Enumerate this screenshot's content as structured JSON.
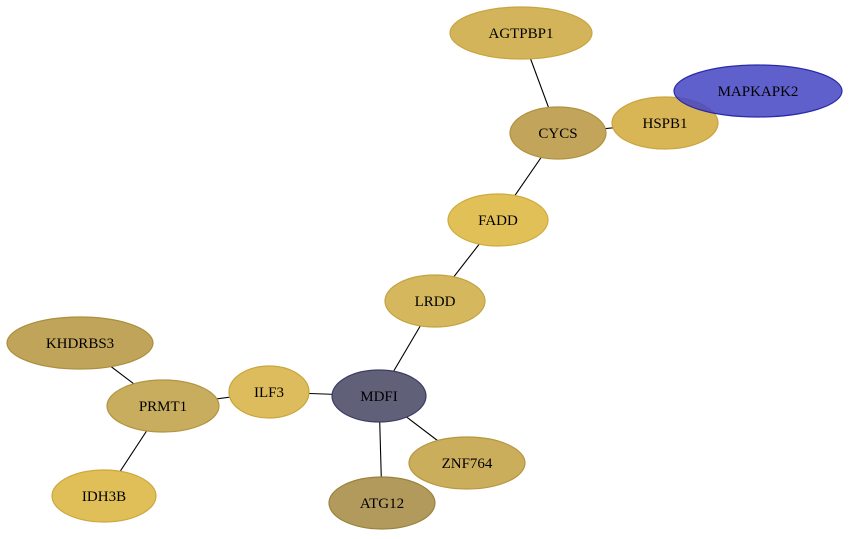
{
  "nodes": [
    {
      "id": "AGTPBP1",
      "label": "AGTPBP1",
      "fill": "#d4b45a",
      "stroke": "#c8a440",
      "opacity": 1
    },
    {
      "id": "CYCS",
      "label": "CYCS",
      "fill": "#c2a45a",
      "stroke": "#b0923c",
      "opacity": 1
    },
    {
      "id": "HSPB1",
      "label": "HSPB1",
      "fill": "#d9b655",
      "stroke": "#c9a43c",
      "opacity": 1
    },
    {
      "id": "MAPKAPK2",
      "label": "MAPKAPK2",
      "fill": "#4444c4",
      "stroke": "#2a2aa8",
      "opacity": 0.85
    },
    {
      "id": "FADD",
      "label": "FADD",
      "fill": "#e2c058",
      "stroke": "#cfaa3c",
      "opacity": 1
    },
    {
      "id": "LRDD",
      "label": "LRDD",
      "fill": "#d5b75e",
      "stroke": "#c3a23f",
      "opacity": 1
    },
    {
      "id": "KHDRBS3",
      "label": "KHDRBS3",
      "fill": "#c0a459",
      "stroke": "#ab8f3c",
      "opacity": 1
    },
    {
      "id": "PRMT1",
      "label": "PRMT1",
      "fill": "#c8ad5e",
      "stroke": "#b39540",
      "opacity": 1
    },
    {
      "id": "ILF3",
      "label": "ILF3",
      "fill": "#dcbc5c",
      "stroke": "#c8a63e",
      "opacity": 1
    },
    {
      "id": "MDFI",
      "label": "MDFI",
      "fill": "#606078",
      "stroke": "#3c3c66",
      "opacity": 1
    },
    {
      "id": "ZNF764",
      "label": "ZNF764",
      "fill": "#cbae5c",
      "stroke": "#b6963e",
      "opacity": 1
    },
    {
      "id": "IDH3B",
      "label": "IDH3B",
      "fill": "#e0bf58",
      "stroke": "#cca83c",
      "opacity": 1
    },
    {
      "id": "ATG12",
      "label": "ATG12",
      "fill": "#b19a5b",
      "stroke": "#9a833e",
      "opacity": 1
    }
  ],
  "edges": [
    [
      "AGTPBP1",
      "CYCS"
    ],
    [
      "CYCS",
      "HSPB1"
    ],
    [
      "CYCS",
      "FADD"
    ],
    [
      "FADD",
      "LRDD"
    ],
    [
      "LRDD",
      "MDFI"
    ],
    [
      "MDFI",
      "ILF3"
    ],
    [
      "ILF3",
      "PRMT1"
    ],
    [
      "PRMT1",
      "KHDRBS3"
    ],
    [
      "PRMT1",
      "IDH3B"
    ],
    [
      "MDFI",
      "ZNF764"
    ],
    [
      "MDFI",
      "ATG12"
    ]
  ]
}
